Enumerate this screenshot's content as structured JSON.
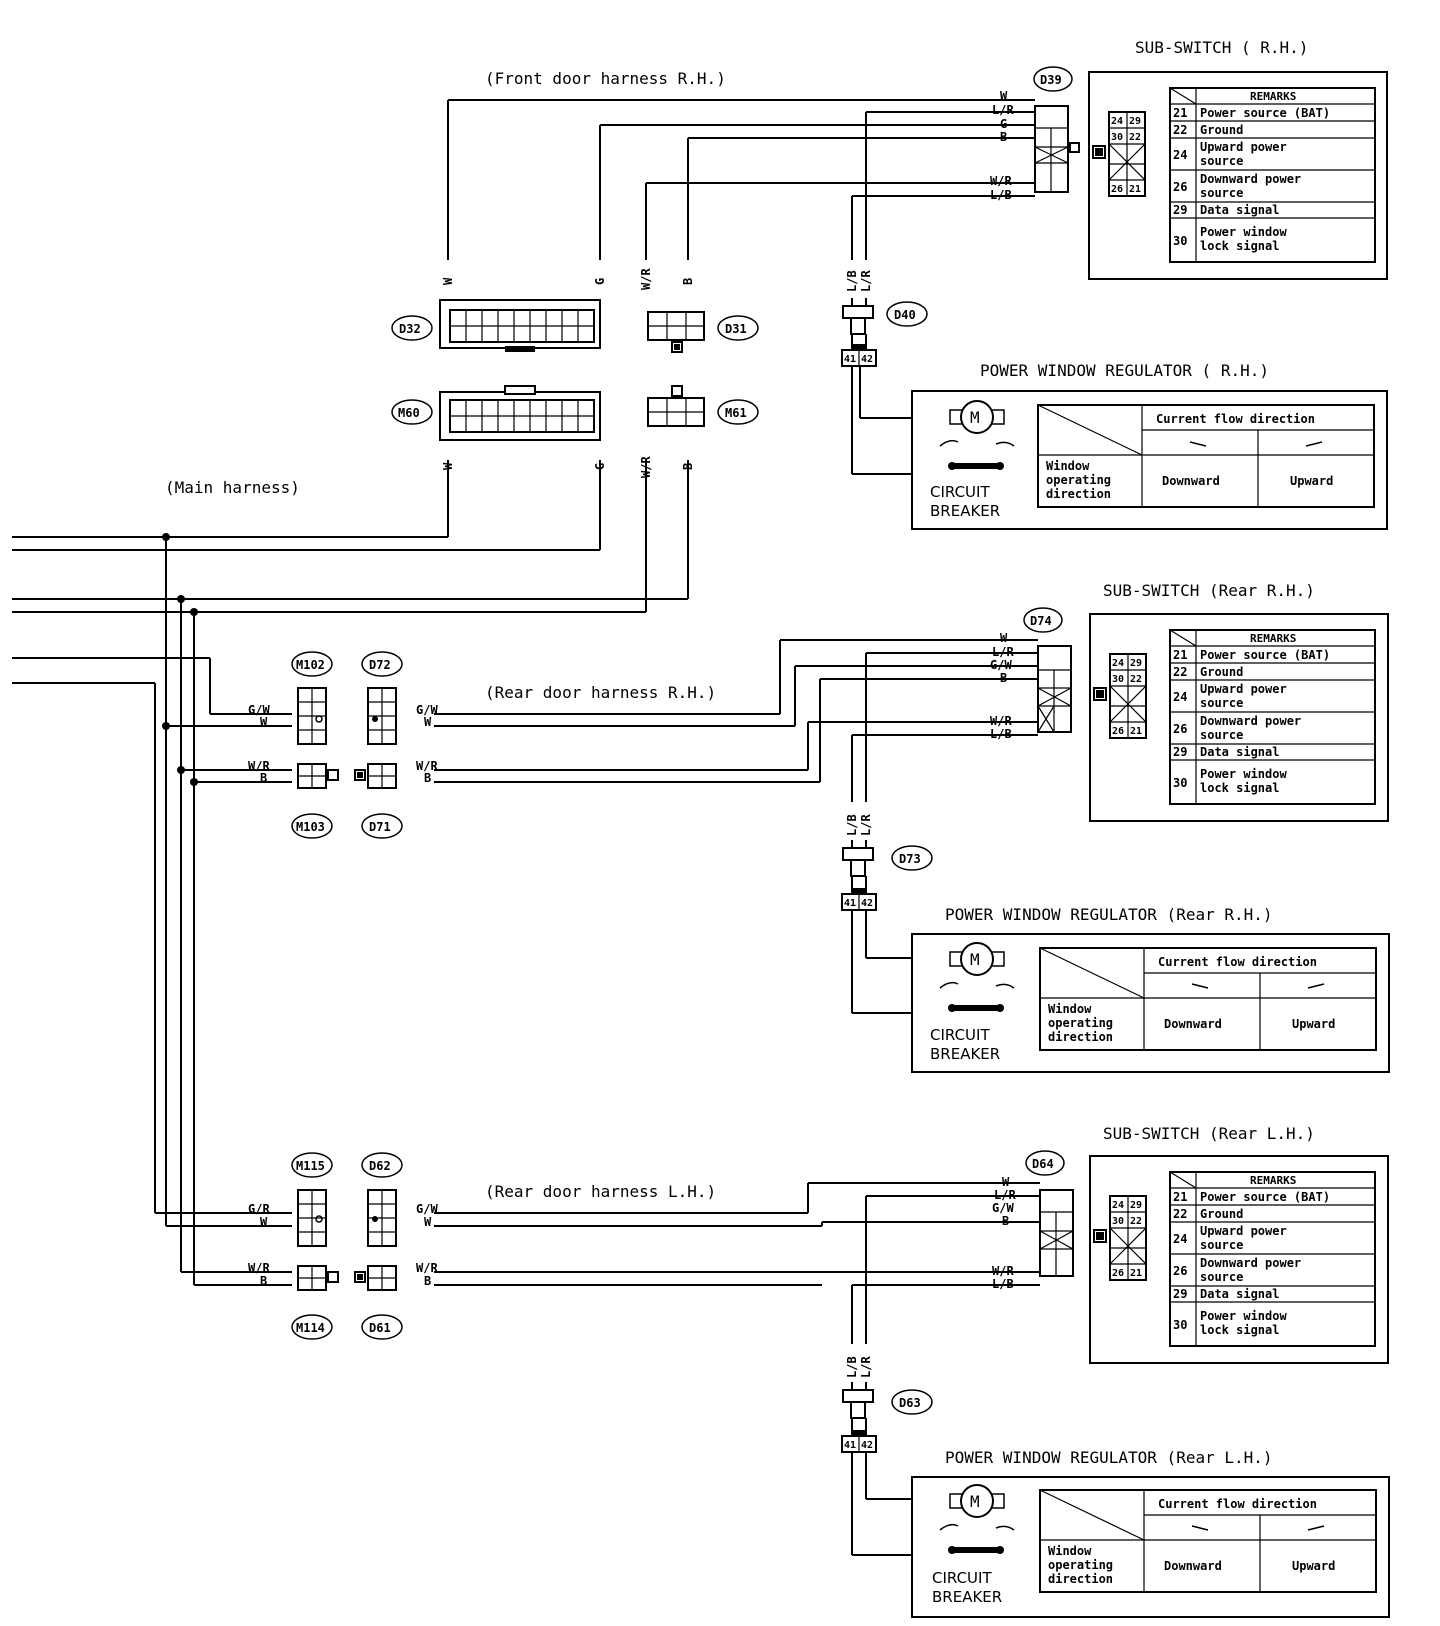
{
  "harness": {
    "front_door_rh": "(Front door harness R.H.)",
    "main": "(Main harness)",
    "rear_door_rh": "(Rear door harness R.H.)",
    "rear_door_lh": "(Rear door harness L.H.)"
  },
  "connectors": {
    "d39": "D39",
    "d40": "D40",
    "d32": "D32",
    "d31": "D31",
    "m60": "M60",
    "m61": "M61",
    "d74": "D74",
    "d73": "D73",
    "m102": "M102",
    "d72": "D72",
    "m103": "M103",
    "d71": "D71",
    "d64": "D64",
    "d63": "D63",
    "m115": "M115",
    "d62": "D62",
    "m114": "M114",
    "d61": "D61"
  },
  "wires": {
    "w": "W",
    "lr": "L/R",
    "g": "G",
    "b": "B",
    "wr": "W/R",
    "lb": "L/B",
    "gw": "G/W",
    "gr": "G/R"
  },
  "pins": {
    "p24": "24",
    "p29": "29",
    "p30": "30",
    "p22": "22",
    "p26": "26",
    "p21": "21",
    "p41": "41",
    "p42": "42"
  },
  "subswitch": {
    "front_rh": "SUB-SWITCH  ( R.H.)",
    "rear_rh": "SUB-SWITCH  (Rear R.H.)",
    "rear_lh": "SUB-SWITCH  (Rear L.H.)",
    "remarks_header": "REMARKS",
    "rows": [
      {
        "pin": "21",
        "text": "Power source  (BAT)"
      },
      {
        "pin": "22",
        "text": "Ground"
      },
      {
        "pin": "24",
        "text": "Upward power",
        "text2": "source"
      },
      {
        "pin": "26",
        "text": "Downward power",
        "text2": "source"
      },
      {
        "pin": "29",
        "text": "Data signal"
      },
      {
        "pin": "30",
        "text": "Power window",
        "text2": "lock signal"
      }
    ]
  },
  "regulator": {
    "front_rh": "POWER WINDOW REGULATOR  ( R.H.)",
    "rear_rh": "POWER WINDOW REGULATOR  (Rear R.H.)",
    "rear_lh": "POWER WINDOW REGULATOR  (Rear L.H.)",
    "motor": "M",
    "circuit": "CIRCUIT",
    "breaker": "BREAKER",
    "current_flow": "Current flow direction",
    "window_1": "Window",
    "window_2": "operating",
    "window_3": "direction",
    "downward": "Downward",
    "upward": "Upward"
  }
}
